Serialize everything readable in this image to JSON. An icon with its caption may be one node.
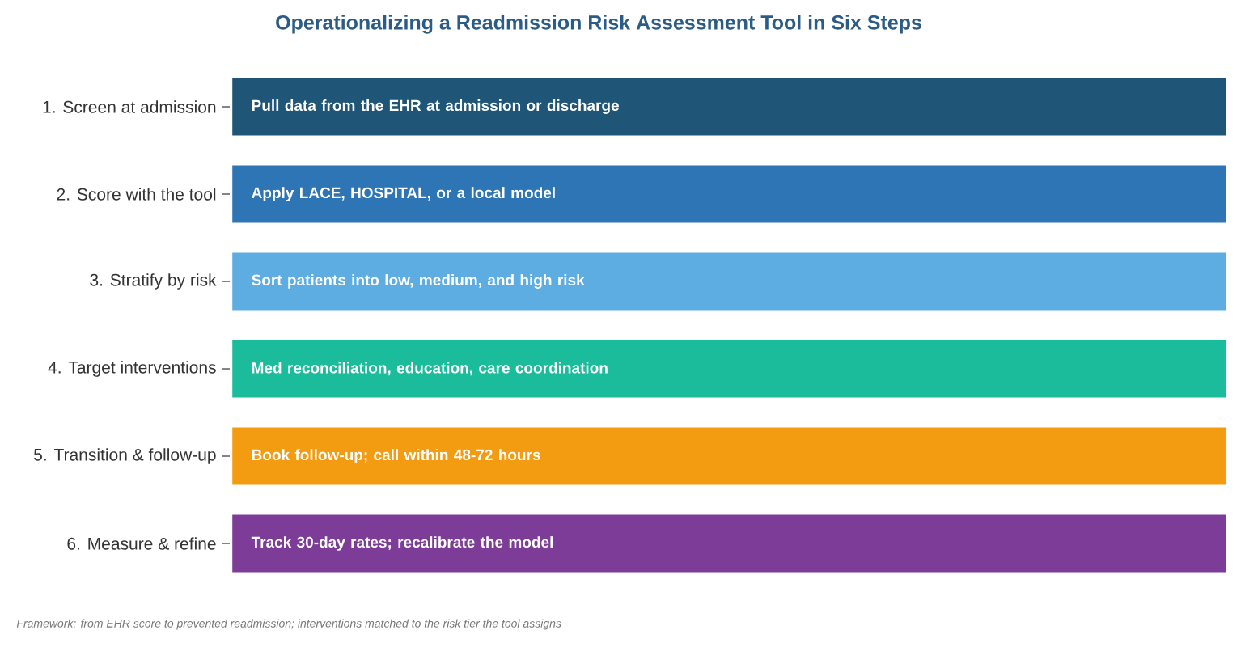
{
  "diagram": {
    "title": "Operationalizing a Readmission Risk Assessment Tool in Six Steps",
    "nodes": [
      {
        "text": [
          "Pull data from the EHR at admission or discharge"
        ],
        "beside": [
          "1. Screen at admission"
        ]
      },
      {
        "text": [
          "Apply LACE, HOSPITAL, or a local model"
        ],
        "beside": [
          "2. Score with the tool"
        ]
      },
      {
        "text": [
          "Sort patients into low, medium, and high risk"
        ],
        "beside": [
          "3. Stratify by risk"
        ]
      },
      {
        "text": [
          "Med reconciliation, education, care coordination"
        ],
        "beside": [
          "4. Target interventions"
        ]
      },
      {
        "text": [
          "Book follow-up; call within 48-72 hours"
        ],
        "beside": [
          "5. Transition & follow-up"
        ]
      },
      {
        "text": [
          "Track 30-day rates; recalibrate the model"
        ],
        "beside": [
          "6. Measure & refine"
        ]
      }
    ],
    "caption": "Framework: from EHR score to prevented readmission; interventions matched to the risk tier the tool assigns"
  }
}
